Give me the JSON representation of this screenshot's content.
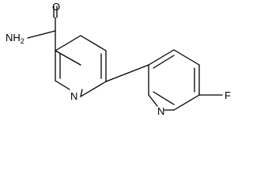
{
  "molecule": {
    "atom_labels": {
      "amide_nitrogen": "NH",
      "amide_nitrogen_sub": "2",
      "carbonyl_oxygen": "O",
      "left_ring_nitrogen": "N",
      "right_ring_nitrogen": "N",
      "fluorine": "F"
    }
  }
}
